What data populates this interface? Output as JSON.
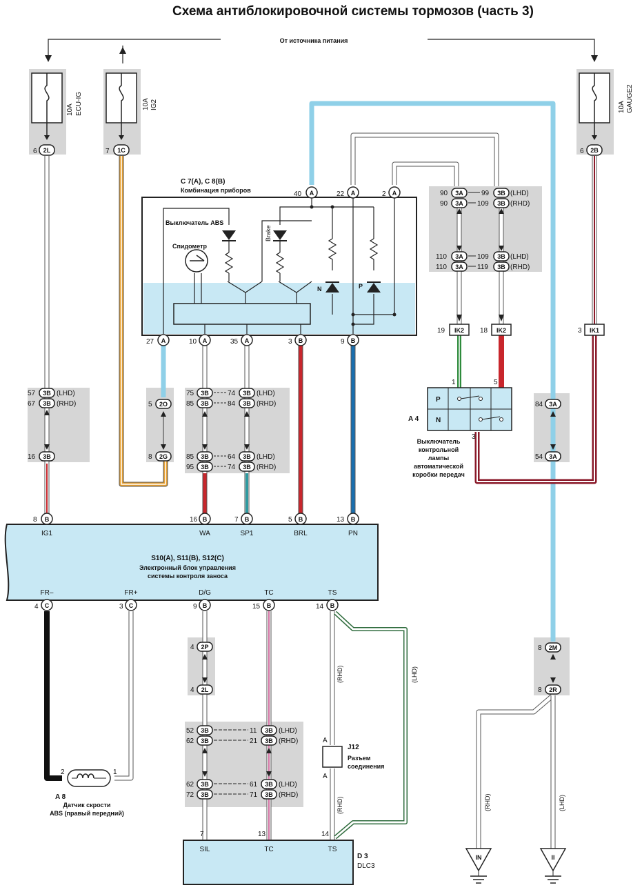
{
  "title": "Схема антиблокировочной системы тормозов (часть 3)",
  "power_source": "От  источника питания",
  "fuses": {
    "ecu_ig": {
      "amps": "10A",
      "name": "ECU-IG",
      "pin": "6",
      "conn": "2L"
    },
    "ig2": {
      "amps": "10A",
      "name": "IG2",
      "pin": "7",
      "conn": "1C"
    },
    "gauge2": {
      "amps": "10A",
      "name": "GAUGE2",
      "pin": "6",
      "conn": "2B"
    }
  },
  "cluster": {
    "id": "C 7(A), C 8(B)",
    "name": "Комбинация приборов",
    "abs_switch": "Выключатель ABS",
    "brake": "Brake",
    "speedometer": "Спидометр",
    "n": "N",
    "p": "P",
    "top_pins": [
      {
        "num": "40",
        "conn": "A"
      },
      {
        "num": "22",
        "conn": "A"
      },
      {
        "num": "2",
        "conn": "A"
      }
    ],
    "bottom_pins": [
      {
        "num": "27",
        "conn": "A"
      },
      {
        "num": "10",
        "conn": "A"
      },
      {
        "num": "35",
        "conn": "A"
      },
      {
        "num": "3",
        "conn": "B"
      },
      {
        "num": "9",
        "conn": "B"
      }
    ]
  },
  "junctions": {
    "right_upper": [
      {
        "l_num": "90",
        "l_conn": "3A",
        "r_num": "99",
        "r_conn": "3B",
        "note": "(LHD)"
      },
      {
        "l_num": "90",
        "l_conn": "3A",
        "r_num": "109",
        "r_conn": "3B",
        "note": "(RHD)"
      },
      {
        "l_num": "110",
        "l_conn": "3A",
        "r_num": "109",
        "r_conn": "3B",
        "note": "(LHD)"
      },
      {
        "l_num": "110",
        "l_conn": "3A",
        "r_num": "119",
        "r_conn": "3B",
        "note": "(RHD)"
      }
    ],
    "left_mid": [
      {
        "num": "57",
        "conn": "3B",
        "note": "(LHD)"
      },
      {
        "num": "67",
        "conn": "3B",
        "note": "(RHD)"
      },
      {
        "num": "16",
        "conn": "3B",
        "note": ""
      }
    ],
    "ig2_mid": [
      {
        "num": "5",
        "conn": "2O"
      },
      {
        "num": "8",
        "conn": "2G"
      }
    ],
    "center_mid": [
      {
        "l_num": "75",
        "l_conn": "3B",
        "r_num": "74",
        "r_conn": "3B",
        "note": "(LHD)"
      },
      {
        "l_num": "85",
        "l_conn": "3B",
        "r_num": "84",
        "r_conn": "3B",
        "note": "(RHD)"
      },
      {
        "l_num": "85",
        "l_conn": "3B",
        "r_num": "64",
        "r_conn": "3B",
        "note": "(LHD)"
      },
      {
        "l_num": "95",
        "l_conn": "3B",
        "r_num": "74",
        "r_conn": "3B",
        "note": "(RHD)"
      }
    ],
    "right_mid": [
      {
        "num": "84",
        "conn": "3A"
      },
      {
        "num": "54",
        "conn": "3A"
      }
    ],
    "ik": [
      {
        "num": "19",
        "conn": "IK2"
      },
      {
        "num": "18",
        "conn": "IK2"
      },
      {
        "num": "3",
        "conn": "IK1"
      }
    ],
    "dg_pair": [
      {
        "num": "4",
        "conn": "2P"
      },
      {
        "num": "4",
        "conn": "2L"
      }
    ],
    "lower_center": [
      {
        "l_num": "52",
        "l_conn": "3B",
        "r_num": "11",
        "r_conn": "3B",
        "note": "(LHD)"
      },
      {
        "l_num": "62",
        "l_conn": "3B",
        "r_num": "21",
        "r_conn": "3B",
        "note": "(RHD)"
      },
      {
        "l_num": "62",
        "l_conn": "3B",
        "r_num": "61",
        "r_conn": "3B",
        "note": "(LHD)"
      },
      {
        "l_num": "72",
        "l_conn": "3B",
        "r_num": "71",
        "r_conn": "3B",
        "note": "(RHD)"
      }
    ],
    "ground_pair": [
      {
        "num": "8",
        "conn": "2M"
      },
      {
        "num": "8",
        "conn": "2R"
      }
    ]
  },
  "switch_a4": {
    "id": "A 4",
    "label": "Выключатель контрольной лампы автоматической коробки передач",
    "label_lines": [
      "Выключатель",
      "контрольной",
      "лампы",
      "автоматической",
      "коробки передач"
    ],
    "p": "P",
    "n": "N",
    "pin1": "1",
    "pin5": "5",
    "pin3": "3"
  },
  "ecu": {
    "id": "S10(A), S11(B), S12(C)",
    "name_line1": "Электронный блок управления",
    "name_line2": "системы контроля заноса",
    "top_pins": [
      {
        "num": "8",
        "conn": "B",
        "label": "IG1"
      },
      {
        "num": "16",
        "conn": "B",
        "label": "WA"
      },
      {
        "num": "7",
        "conn": "B",
        "label": "SP1"
      },
      {
        "num": "5",
        "conn": "B",
        "label": "BRL"
      },
      {
        "num": "13",
        "conn": "B",
        "label": "PN"
      }
    ],
    "bottom_pins": [
      {
        "num": "4",
        "conn": "C",
        "label": "FR–"
      },
      {
        "num": "3",
        "conn": "C",
        "label": "FR+"
      },
      {
        "num": "9",
        "conn": "B",
        "label": "D/G"
      },
      {
        "num": "15",
        "conn": "B",
        "label": "TC"
      },
      {
        "num": "14",
        "conn": "B",
        "label": "TS"
      }
    ]
  },
  "sensor_a8": {
    "id": "A 8",
    "line1": "Датчик скрости",
    "line2": "ABS (правый передний)",
    "pin2": "2",
    "pin1": "1"
  },
  "j12": {
    "id": "J12",
    "line1": "Разъем",
    "line2": "соединения",
    "a_top": "A",
    "a_bot": "A"
  },
  "dlc3": {
    "id": "D 3",
    "name": "DLC3",
    "pins": [
      {
        "num": "7",
        "label": "SIL"
      },
      {
        "num": "13",
        "label": "TC"
      },
      {
        "num": "14",
        "label": "TS"
      }
    ]
  },
  "wire_notes": {
    "rhd": "(RHD)",
    "lhd": "(LHD)"
  },
  "grounds": [
    {
      "label": "IN"
    },
    {
      "label": "II"
    }
  ],
  "colors": {
    "lightblue": "#8fd0e8",
    "panel_fill": "#c8e8f4",
    "gray_box": "#d6d6d6",
    "red": "#c8262c",
    "green": "#2e8b3c",
    "dark_red": "#8a1a2a"
  }
}
